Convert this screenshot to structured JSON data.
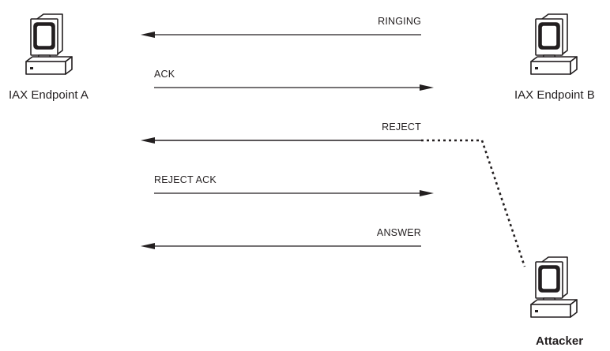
{
  "nodes": {
    "endpoint_a": "IAX Endpoint A",
    "endpoint_b": "IAX Endpoint B",
    "attacker": "Attacker"
  },
  "messages": [
    {
      "label": "RINGING",
      "direction": "right-to-left",
      "line": "solid"
    },
    {
      "label": "ACK",
      "direction": "left-to-right",
      "line": "solid"
    },
    {
      "label": "REJECT",
      "direction": "right-to-left",
      "line": "solid",
      "origin": "attacker"
    },
    {
      "label": "REJECT ACK",
      "direction": "left-to-right",
      "line": "solid"
    },
    {
      "label": "ANSWER",
      "direction": "right-to-left",
      "line": "solid"
    }
  ],
  "colors": {
    "ink": "#231f20",
    "background": "#ffffff"
  },
  "icons": {
    "endpoint_a": "computer-icon",
    "endpoint_b": "computer-icon",
    "attacker": "computer-icon"
  }
}
